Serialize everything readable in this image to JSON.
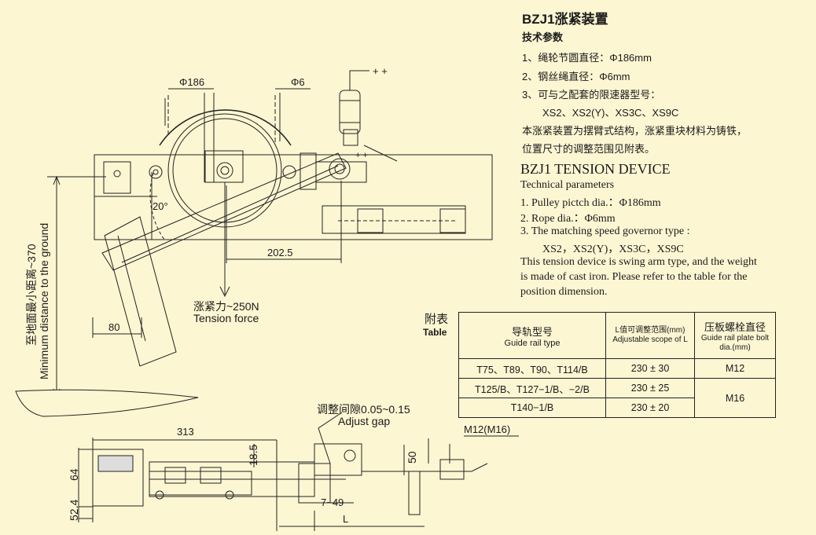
{
  "text": {
    "title_cn": "BZJ1涨紧装置",
    "params_cn": "技术参数",
    "cn_lines": [
      "1、绳轮节圆直径：Φ186mm",
      "2、钢丝绳直径：Φ6mm",
      "3、可与之配套的限速器型号：",
      "XS2、XS2(Y)、XS3C、XS9C",
      "本涨紧装置为摆臂式结构，涨紧重块材料为铸铁，",
      "位置尺寸的调整范围见附表。"
    ],
    "title_en": "BZJ1 TENSION DEVICE",
    "en_lines": [
      "Technical parameters",
      "1. Pulley pictch dia.：Φ186mm",
      "2. Rope dia.：Φ6mm",
      "3.  The matching speed governor type :",
      "XS2，XS2(Y)，XS3C，XS9C",
      "This tension device is swing arm type, and the weight",
      "is made of cast iron. Please refer to the table for the",
      "position dimension."
    ]
  },
  "drawing": {
    "dia_pulley": "Φ186",
    "dia_rope": "Φ6",
    "plus_top": "+ +",
    "plus_mid": "+ +",
    "angle": "20°",
    "dim_2025": "202.5",
    "dim_80": "80",
    "tension_cn": "涨紧力~250N",
    "tension_en": "Tension force",
    "ground_cn": "至地面最小距离~370",
    "ground_en": "Minimum distance to the ground",
    "gap_cn": "调整间隙0.05~0.15",
    "gap_en": "Adjust gap",
    "dim_313": "313",
    "dim_185": "18.5",
    "dim_50": "50",
    "dim_64": "64",
    "dim_524": "52.4",
    "dim_749": "7~49",
    "dim_L": "L",
    "bolt": "M12(M16)"
  },
  "table": {
    "label_cn": "附表",
    "label_en": "Table",
    "headers": [
      {
        "cn": "导轨型号",
        "en": "Guide rail type"
      },
      {
        "cn": "L值可调整范围(mm)",
        "en": "Adjustable scope of L"
      },
      {
        "cn": "压板螺栓直径",
        "en": "Guide rail plate bolt dia.(mm)"
      }
    ],
    "rows": [
      {
        "rail": "T75、T89、T90、T114/B",
        "range": "230 ± 30",
        "bolt": "M12"
      },
      {
        "rail": "T125/B、T127−1/B、−2/B",
        "range": "230 ± 25",
        "bolt": "M16"
      },
      {
        "rail": "T140−1/B",
        "range": "230 ± 20",
        "bolt": ""
      }
    ]
  }
}
